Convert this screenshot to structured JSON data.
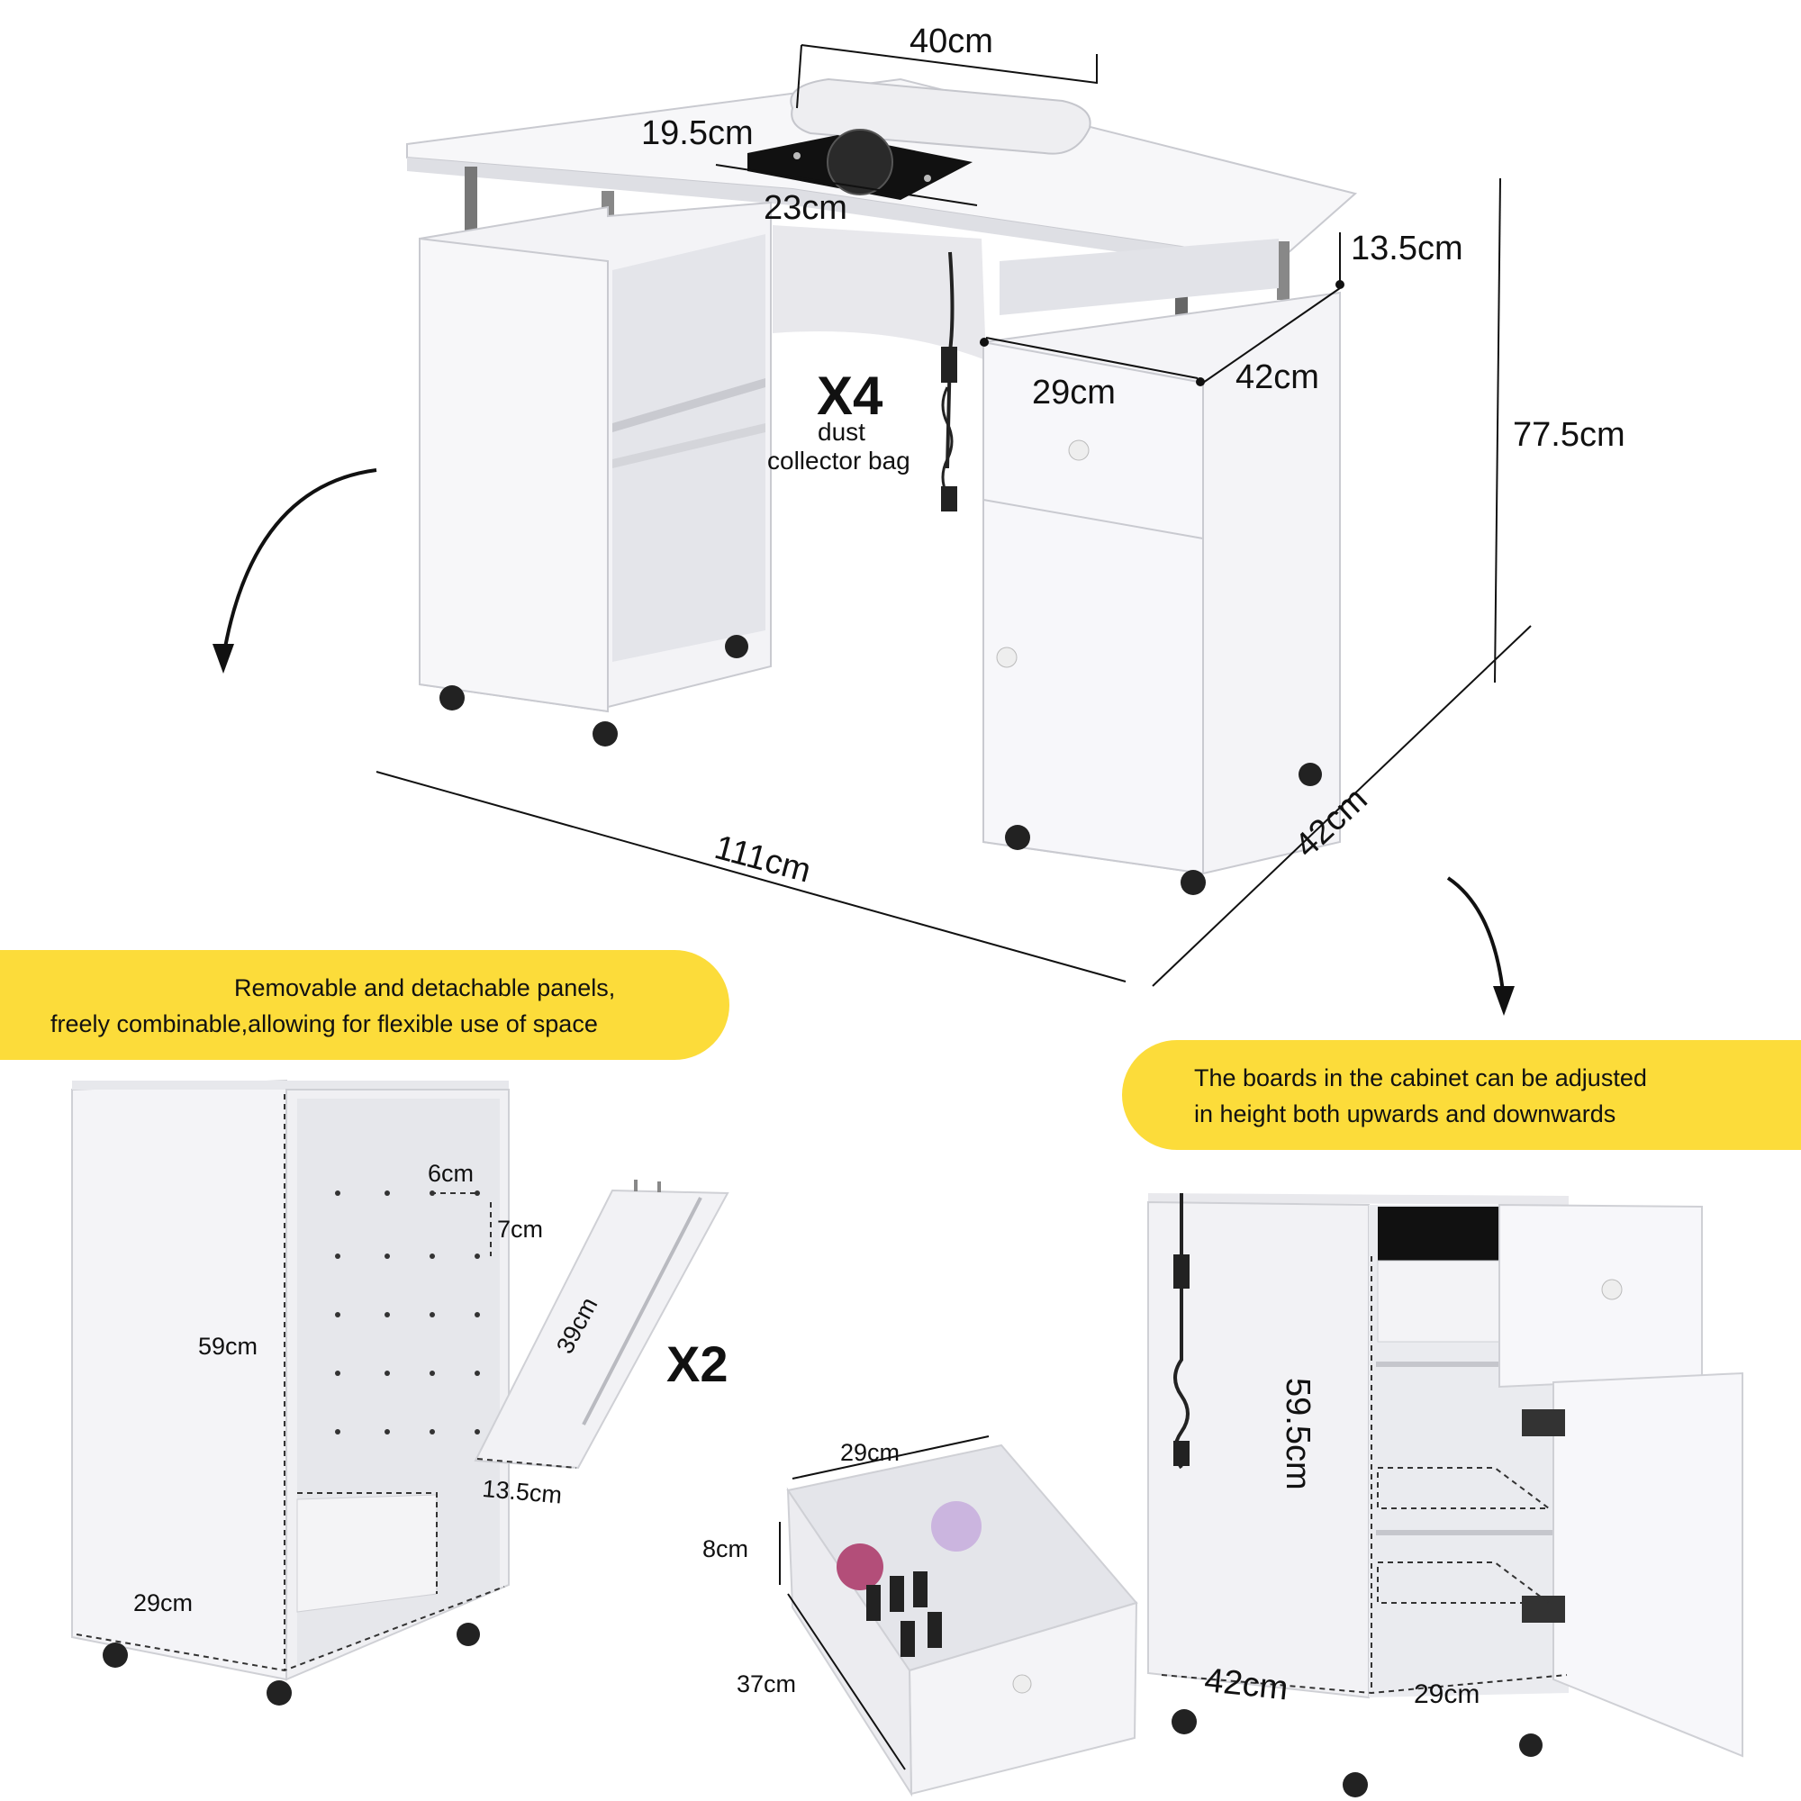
{
  "top_table": {
    "dims": {
      "armrest_width": "40cm",
      "fan_depth": "19.5cm",
      "fan_width": "23cm",
      "shelf_gap": "13.5cm",
      "total_height": "77.5cm",
      "shelf_width": "29cm",
      "shelf_depth": "42cm",
      "total_width": "111cm",
      "total_depth": "42cm"
    },
    "accessory_qty": "X4",
    "accessory_line1": "dust",
    "accessory_line2": "collector bag"
  },
  "banners": {
    "left_line1": "Removable and detachable panels,",
    "left_line2": "freely combinable,allowing for flexible use of space",
    "right_line1": "The boards in the cabinet can be adjusted",
    "right_line2": "in height both upwards and downwards"
  },
  "left_cabinet": {
    "hole_spacing_w": "6cm",
    "hole_spacing_h": "7cm",
    "height": "59cm",
    "depth": "29cm"
  },
  "shelf_board": {
    "length": "39cm",
    "width": "13.5cm",
    "qty": "X2"
  },
  "drawer": {
    "width": "29cm",
    "height": "8cm",
    "depth": "37cm"
  },
  "right_cabinet": {
    "height": "59.5cm",
    "depth": "42cm",
    "width": "29cm"
  },
  "colors": {
    "banner": "#fcdc3a",
    "furniture": "#f4f4f6",
    "furniture_shade": "#dcdde2"
  }
}
